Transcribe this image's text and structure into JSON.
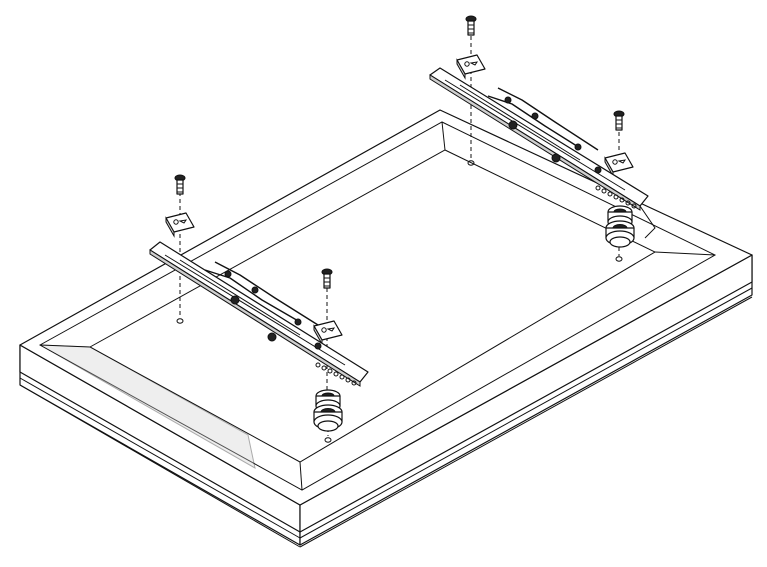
{
  "figure": {
    "subject": "",
    "colors": {
      "line": "#111111",
      "background": "#ffffff",
      "shade": "#cfcfcf"
    },
    "parts": {
      "screws": 4,
      "washer_plates": 4,
      "mounting_brackets": 2,
      "spacer_stacks": 2,
      "mount_holes": 4
    }
  }
}
